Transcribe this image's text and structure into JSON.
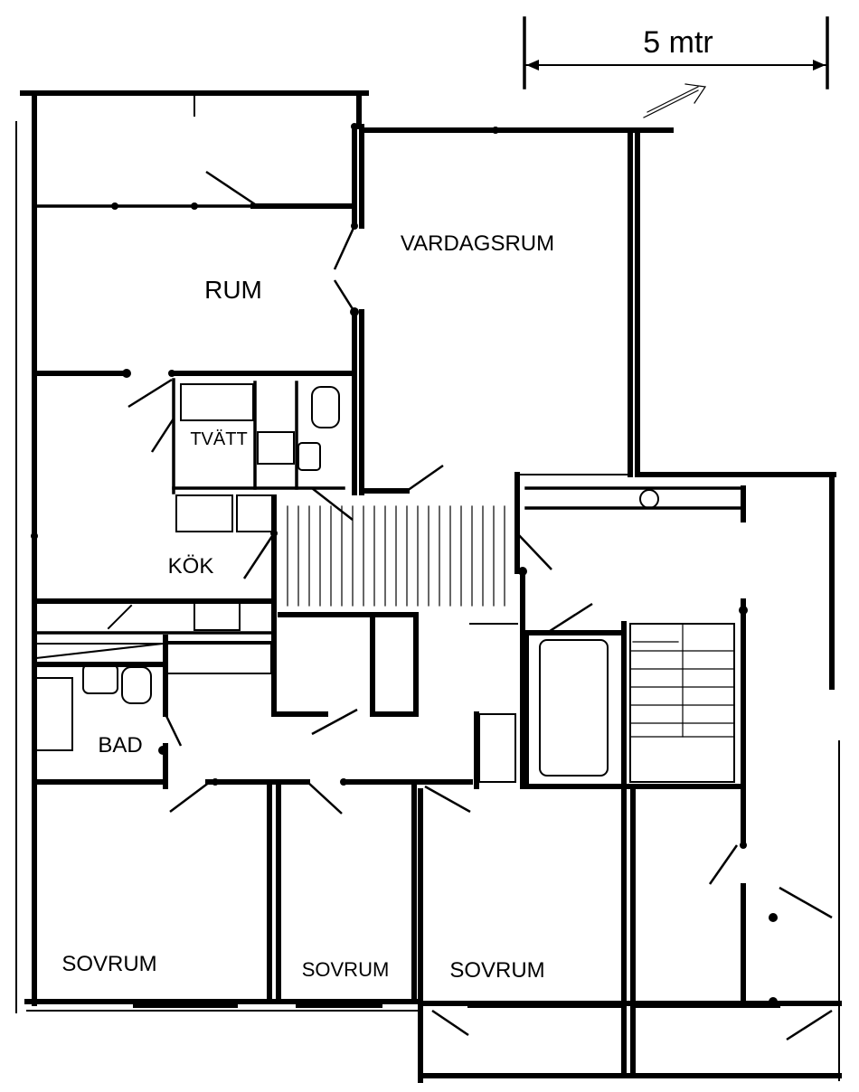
{
  "scale_bar": {
    "label": "5 mtr"
  },
  "rooms": {
    "rum": "RUM",
    "vardagsrum": "VARDAGSRUM",
    "tvatt": "TVÄTT",
    "kok": "KÖK",
    "bad": "BAD",
    "sovrum_1": "SOVRUM",
    "sovrum_2": "SOVRUM",
    "sovrum_3": "SOVRUM"
  },
  "icons": {
    "north_arrow": "north-arrow-icon",
    "toilet": "toilet-icon",
    "sink": "sink-icon",
    "bathtub": "bathtub-icon",
    "staircase": "staircase-icon"
  }
}
